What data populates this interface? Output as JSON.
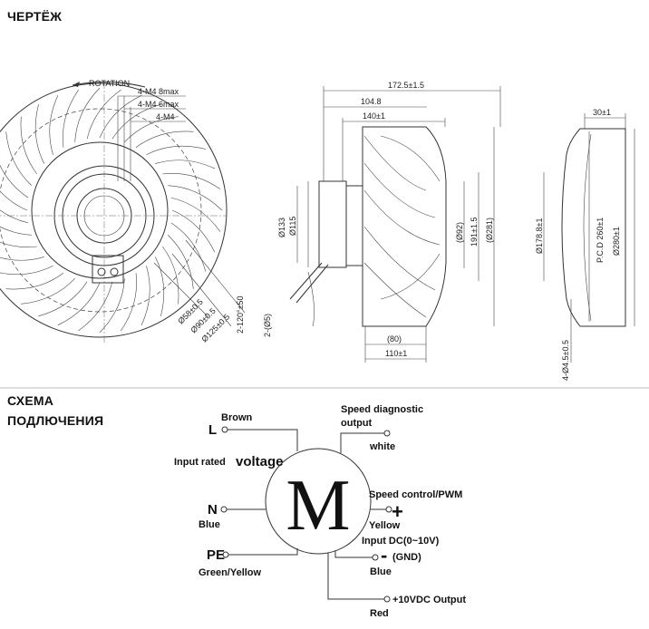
{
  "headings": {
    "drawing": "ЧЕРТЁЖ",
    "scheme_line1": "СХЕМА",
    "scheme_line2": "ПОДЛЮЧЕНИЯ"
  },
  "front_view": {
    "rotation": "ROTATION",
    "holes_8": "4-M4 8max",
    "holes_6": "4-M4 6max",
    "holes_m4": "4-M4",
    "d58": "Ø58±0.5",
    "d90": "Ø90±0.5",
    "d125": "Ø125±0.5",
    "angle": "2-120°±50"
  },
  "side_view": {
    "w172": "172.5±1.5",
    "w104": "104.8",
    "w140": "140±1",
    "d133": "Ø133",
    "d115": "Ø115",
    "d92": "(Ø92)",
    "h191": "191±1.5",
    "d281": "(Ø281)",
    "b85": "2-(Ø5)",
    "w80": "(80)",
    "w110": "110±1"
  },
  "end_view": {
    "w30": "30±1",
    "d178": "Ø178.8±1",
    "pcd": "P.C.D 260±1",
    "d280": "Ø280±1",
    "holes": "4-Ø4.5±0.5"
  },
  "wiring": {
    "motor": "M",
    "L": "L",
    "brown": "Brown",
    "input_rated": "Input rated",
    "voltage": "voltage",
    "N": "N",
    "blue_n": "Blue",
    "PE": "PE",
    "green_yellow": "Green/Yellow",
    "speed_diag_1": "Speed diagnostic",
    "speed_diag_2": "output",
    "white": "white",
    "speed_ctrl": "Speed control/PWM",
    "plus": "+",
    "yellow": "Yellow",
    "input_dc": "Input DC(0~10V)",
    "minus": "-",
    "gnd": "(GND)",
    "blue_gnd": "Blue",
    "out_10v": "+10VDC Output",
    "red": "Red"
  }
}
